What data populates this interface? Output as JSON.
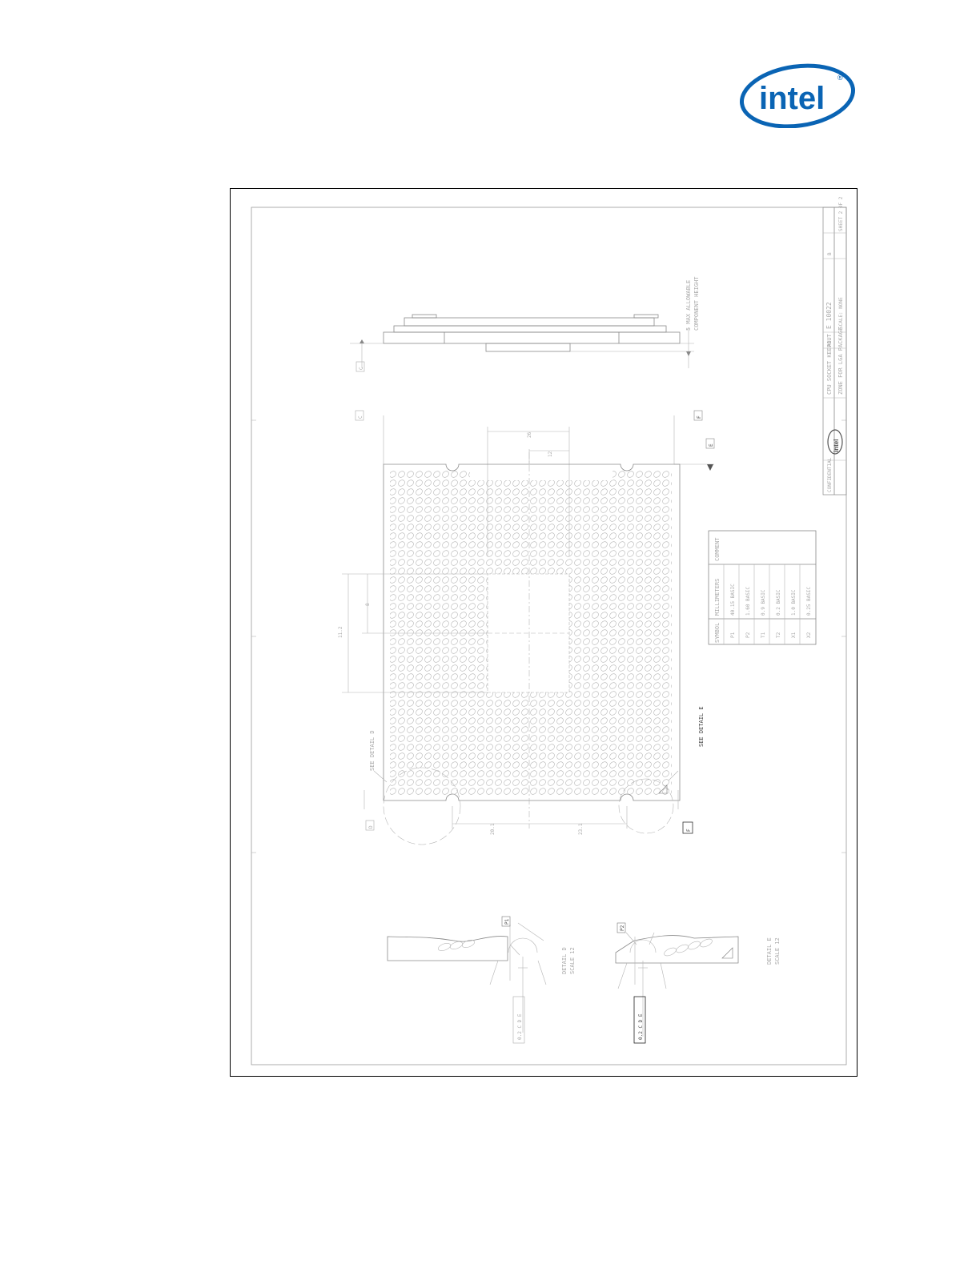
{
  "brand": {
    "name": "intel",
    "color": "#0a64b4"
  },
  "drawing": {
    "side_view_note": [
      "5 MAX ALLOWABLE",
      "COMPONENT HEIGHT"
    ],
    "datums": {
      "top_left": "C",
      "side": "C",
      "right_f": "F",
      "right_e": "E",
      "bottom_left": "D",
      "bottom_right": "F"
    },
    "dims": {
      "width_top": "26",
      "center_offset": "12",
      "height_left": "11.2",
      "inner_height": "8",
      "bottom_left_half": "20.1",
      "bottom_right_half": "23.1"
    },
    "callouts": {
      "detail_d": "SEE DETAIL D",
      "detail_e": "SEE DETAIL E"
    },
    "details": {
      "d_title": "DETAIL D",
      "d_scale": "SCALE 12",
      "e_title": "DETAIL E",
      "e_scale": "SCALE 12",
      "d_datum": "P1",
      "e_datum": "P2",
      "d_fcf": "0.2 C D E",
      "e_fcf": "0.2 C D E"
    },
    "table": {
      "headers": [
        "SYMBOL",
        "MILLIMETERS",
        "COMMENT"
      ],
      "rows": [
        [
          "P1",
          "40.15 BASIC",
          ""
        ],
        [
          "P2",
          "1.60 BASIC",
          ""
        ],
        [
          "T1",
          "0.9 BASIC",
          ""
        ],
        [
          "T2",
          "0.2 BASIC",
          ""
        ],
        [
          "X1",
          "1.0 BASIC",
          ""
        ],
        [
          "X2",
          "0.25 BASIC",
          ""
        ]
      ]
    },
    "title_block": {
      "company": "intel",
      "title_lines": [
        "CPU SOCKET KEEPOUT",
        "ZONE FOR LGA PACKAGE"
      ],
      "size": "A1",
      "drawing_number": "E 10022",
      "revision": "B",
      "scale": "SCALE: NONE",
      "sheet": "SHEET 2 OF 2",
      "confidential": "CONFIDENTIAL"
    }
  }
}
